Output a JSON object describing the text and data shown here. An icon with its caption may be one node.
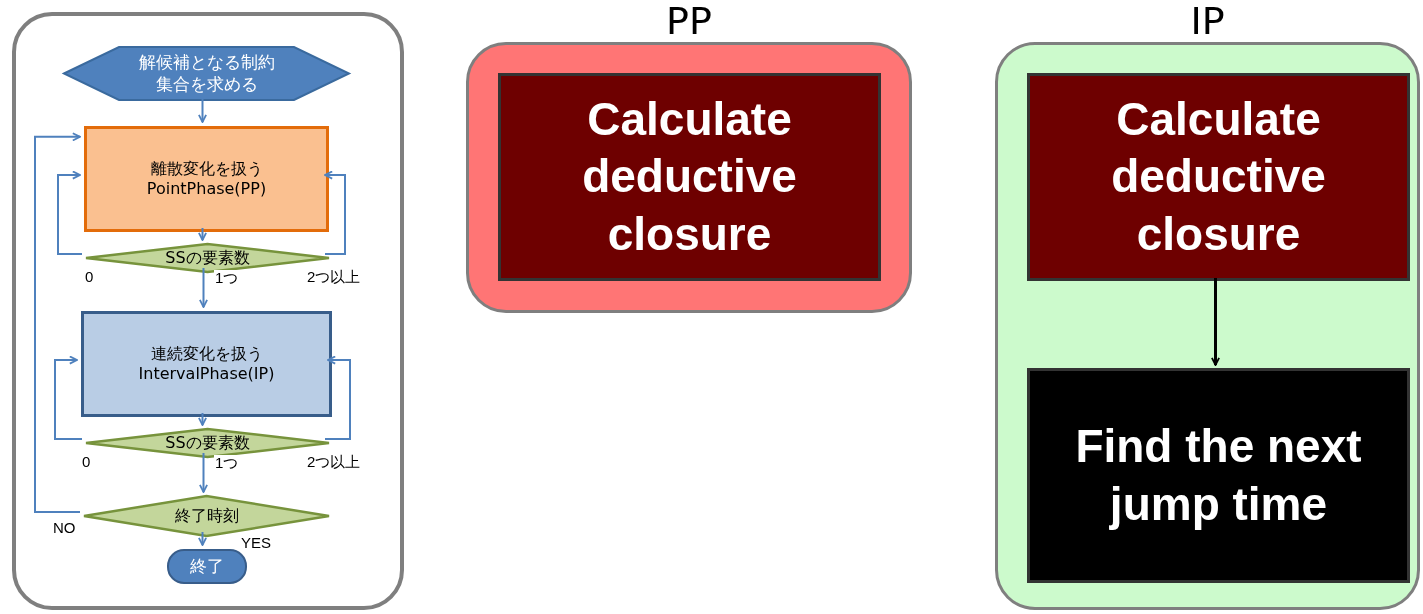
{
  "diagram": {
    "nodes": [
      {
        "text": [],
        "shape": "box"
      },
      {
        "text": [
          "解候補となる制約集合を求める"
        ],
        "in": 0
      },
      {
        "text": [
          "離散変化を扱う",
          "PointPhase(PP)"
        ],
        "in": 0
      },
      {
        "text": [
          "SSの要素数"
        ],
        "in": 0
      },
      {
        "text": [
          "連続変化を扱う",
          "IntervalPhase(IP)"
        ],
        "in": 0
      },
      {
        "text": [
          "SSの要素数"
        ],
        "in": 0
      },
      {
        "text": [
          "終了時刻"
        ],
        "in": 0
      },
      {
        "text": [
          "終了"
        ],
        "in": 0
      },
      {
        "text": [
          "PP"
        ]
      },
      {
        "text": [
          "Calculate deductive closure"
        ],
        "in": 8
      },
      {
        "text": [
          "IP"
        ]
      },
      {
        "text": [
          "Calculate deductive closure"
        ],
        "in": 10
      },
      {
        "text": [
          "Find the next jump time"
        ],
        "in": 10
      }
    ],
    "edges": [
      {
        "from": 1,
        "to": 2,
        "arrow": "to"
      },
      {
        "from": 2,
        "to": 3,
        "arrow": "to"
      },
      {
        "from": 3,
        "to": 2,
        "arrow": "to",
        "label": "0"
      },
      {
        "from": 3,
        "to": 2,
        "arrow": "to",
        "label": "2つ以上"
      },
      {
        "from": 3,
        "to": 4,
        "arrow": "to",
        "label": "1つ"
      },
      {
        "from": 4,
        "to": 5,
        "arrow": "to"
      },
      {
        "from": 5,
        "to": 4,
        "arrow": "to",
        "label": "0"
      },
      {
        "from": 5,
        "to": 4,
        "arrow": "to",
        "label": "2つ以上"
      },
      {
        "from": 5,
        "to": 6,
        "arrow": "to",
        "label": "1つ"
      },
      {
        "from": 6,
        "to": 2,
        "arrow": "to",
        "label": "NO"
      },
      {
        "from": 6,
        "to": 7,
        "arrow": "to",
        "label": "YES"
      },
      {
        "from": 11,
        "to": 12,
        "arrow": "to",
        "color": "#000000"
      }
    ]
  }
}
